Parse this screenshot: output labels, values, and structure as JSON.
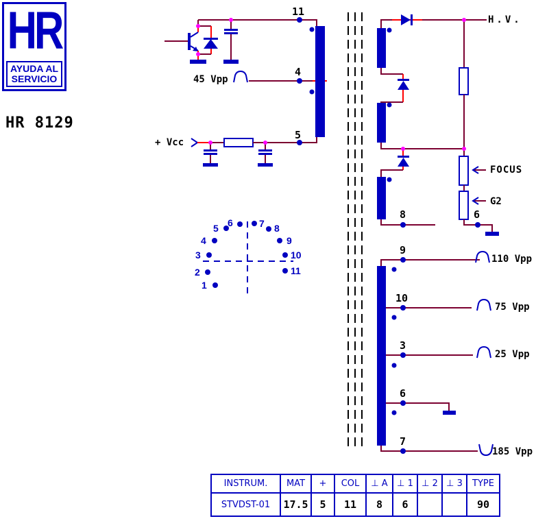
{
  "logo": {
    "brand": "HR",
    "tagline1": "AYUDA AL",
    "tagline2": "SERVICIO"
  },
  "model": "HR 8129",
  "schematic": {
    "hv_label": "H.V.",
    "focus_label": "FOCUS",
    "g2_label": "G2",
    "vcc_label": "+ Vcc",
    "pulse_45": "45 Vpp",
    "pulse_110": "110 Vpp",
    "pulse_75": "75 Vpp",
    "pulse_25": "25 Vpp",
    "pulse_185": "185 Vpp",
    "pin_labels": {
      "p11": "11",
      "p4": "4",
      "p5": "5",
      "p8": "8",
      "p6_hv": "6",
      "p9": "9",
      "p10": "10",
      "p3": "3",
      "p6_lv": "6",
      "p7": "7"
    }
  },
  "pinout": [
    "1",
    "2",
    "3",
    "4",
    "5",
    "6",
    "7",
    "8",
    "9",
    "10",
    "11"
  ],
  "table": {
    "headers": [
      "INSTRUM.",
      "MAT",
      "+",
      "COL",
      "⊥ A",
      "⊥ 1",
      "⊥ 2",
      "⊥ 3",
      "TYPE"
    ],
    "values": [
      "STVDST-01",
      "17.5",
      "5",
      "11",
      "8",
      "6",
      "",
      "",
      "90"
    ]
  },
  "colors": {
    "blue": "#0000C0",
    "wire": "#7B0030",
    "hot": "#FF0000",
    "junction": "#FF00FF"
  }
}
